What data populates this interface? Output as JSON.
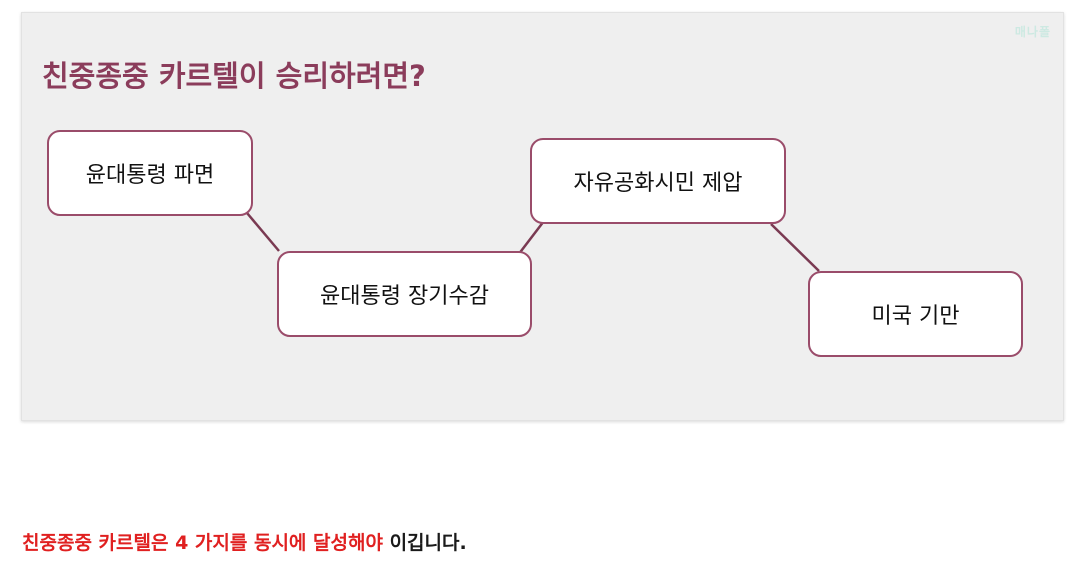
{
  "slide": {
    "watermark": "매나폴",
    "title": "친중종중 카르텔이 승리하려면?"
  },
  "nodes": [
    {
      "label": "윤대통령 파면"
    },
    {
      "label": "윤대통령 장기수감"
    },
    {
      "label": "자유공화시민 제압"
    },
    {
      "label": "미국 기만"
    }
  ],
  "caption": {
    "highlight": "친중종중 카르텔은 4 가지를 동시에 달성해야",
    "rest": "이깁니다."
  },
  "colors": {
    "title": "#8b3c5b",
    "node_border": "#9a4c6a",
    "connector": "#7a3a52",
    "caption_highlight": "#e02020"
  }
}
